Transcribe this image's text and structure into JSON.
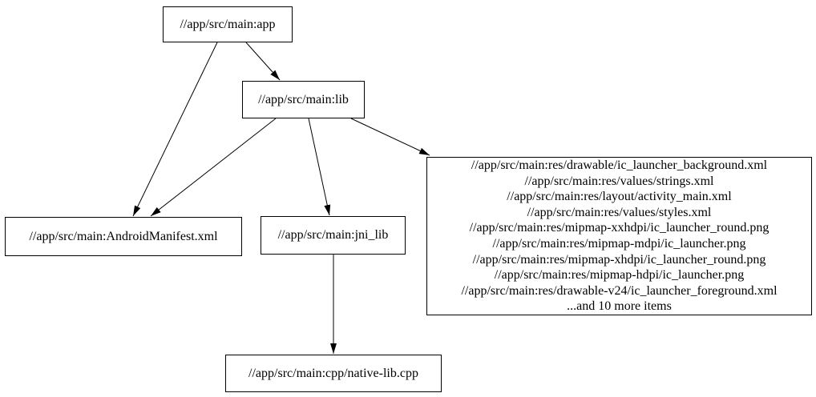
{
  "diagram": {
    "type": "dependency-graph",
    "background_color": "#ffffff",
    "node_border_color": "#000000",
    "text_color": "#000000",
    "nodes": {
      "app": {
        "label": "//app/src/main:app"
      },
      "lib": {
        "label": "//app/src/main:lib"
      },
      "android_manifest": {
        "label": "//app/src/main:AndroidManifest.xml"
      },
      "jni_lib": {
        "label": "//app/src/main:jni_lib"
      },
      "resources": {
        "lines": [
          "//app/src/main:res/drawable/ic_launcher_background.xml",
          "//app/src/main:res/values/strings.xml",
          "//app/src/main:res/layout/activity_main.xml",
          "//app/src/main:res/values/styles.xml",
          "//app/src/main:res/mipmap-xxhdpi/ic_launcher_round.png",
          "//app/src/main:res/mipmap-mdpi/ic_launcher.png",
          "//app/src/main:res/mipmap-xhdpi/ic_launcher_round.png",
          "//app/src/main:res/mipmap-hdpi/ic_launcher.png",
          "//app/src/main:res/drawable-v24/ic_launcher_foreground.xml",
          "...and 10 more items"
        ]
      },
      "native_lib_cpp": {
        "label": "//app/src/main:cpp/native-lib.cpp"
      }
    },
    "edges": [
      {
        "from": "app",
        "to": "lib"
      },
      {
        "from": "app",
        "to": "android_manifest"
      },
      {
        "from": "lib",
        "to": "android_manifest"
      },
      {
        "from": "lib",
        "to": "jni_lib"
      },
      {
        "from": "lib",
        "to": "resources"
      },
      {
        "from": "jni_lib",
        "to": "native_lib_cpp"
      }
    ]
  }
}
